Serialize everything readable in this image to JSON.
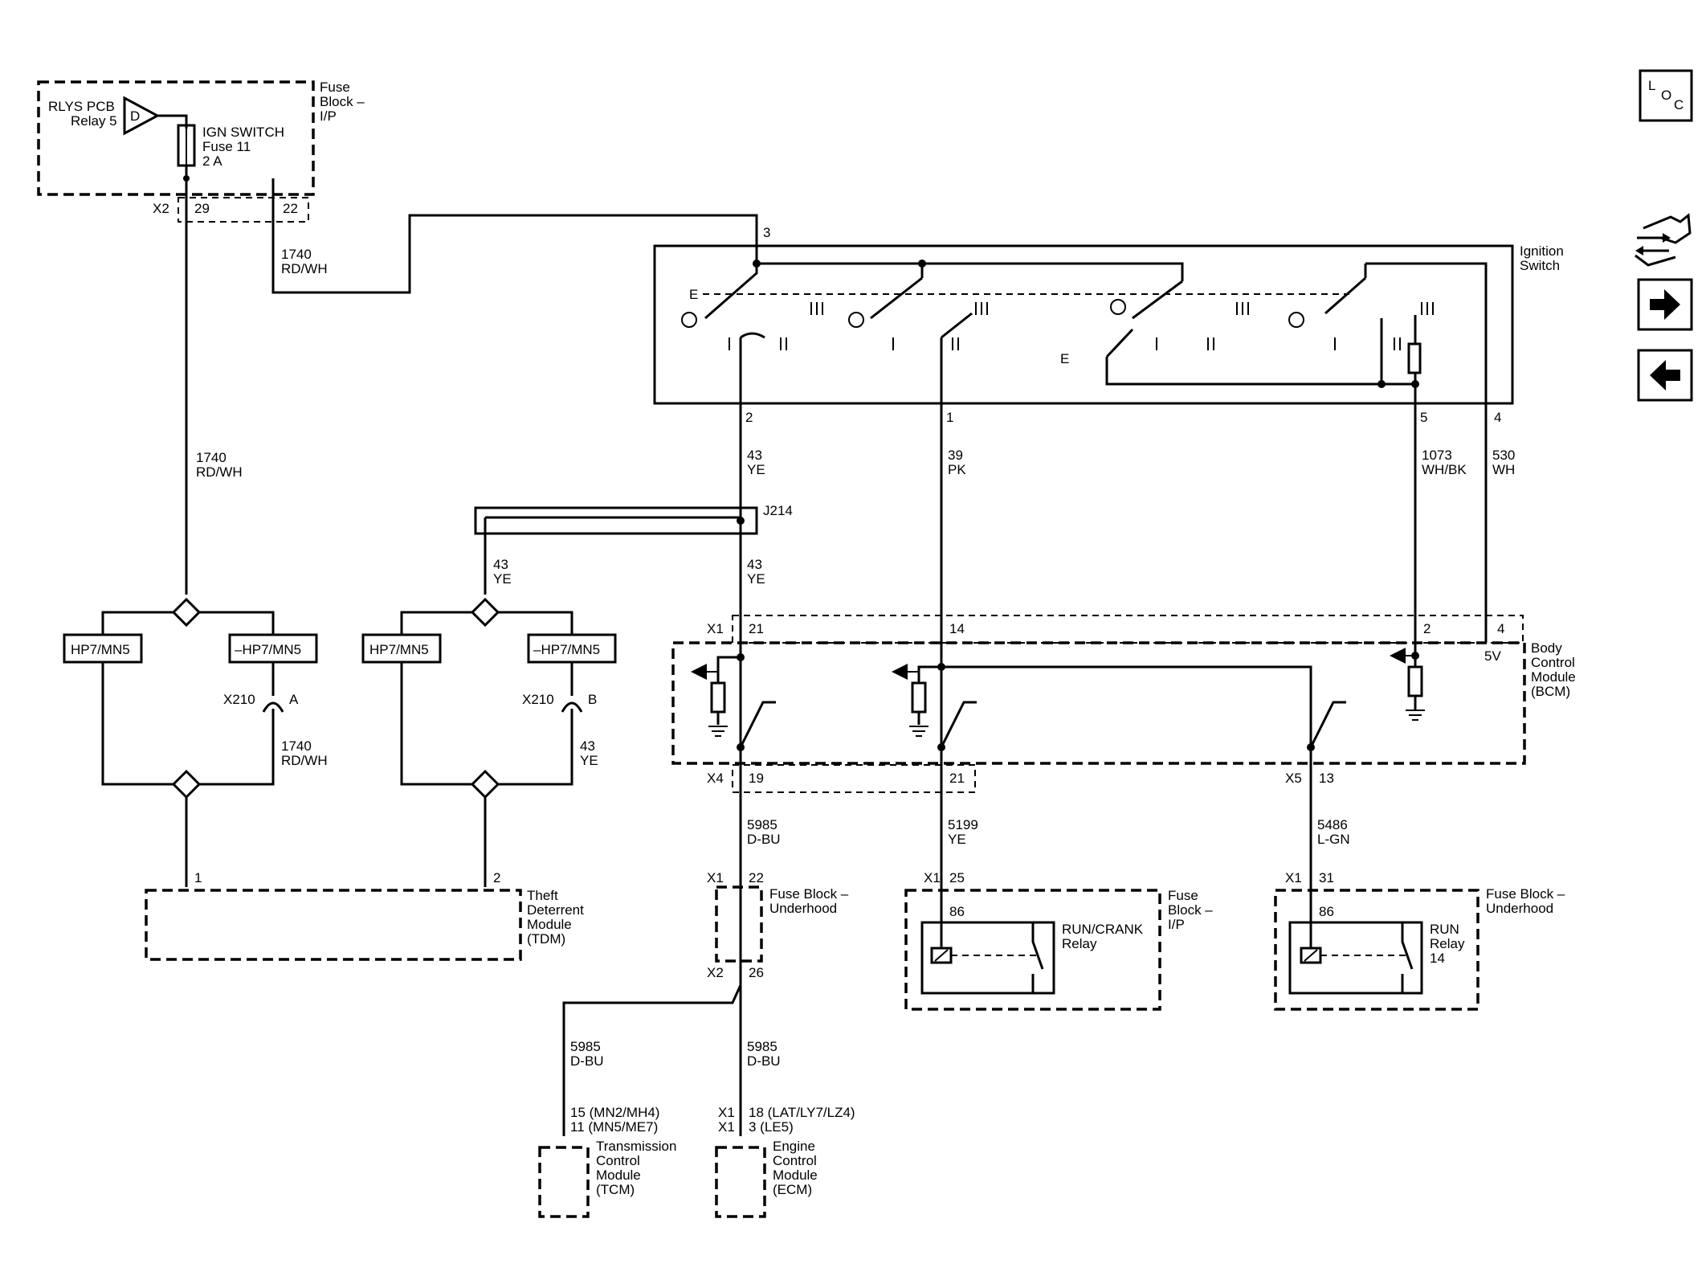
{
  "fuse_block_ip": {
    "title": "Fuse Block – I/P",
    "title_lines": [
      "Fuse",
      "Block –",
      "I/P"
    ],
    "relay_label": [
      "RLYS PCB",
      "Relay 5"
    ],
    "relay_letter": "D",
    "fuse_label": [
      "IGN SWITCH",
      "Fuse 11",
      "2 A"
    ],
    "connector": "X2",
    "pins": [
      "29",
      "22"
    ]
  },
  "ignition_switch": {
    "title": [
      "Ignition",
      "Switch"
    ],
    "pins": {
      "top": "3",
      "p2": "2",
      "p1": "1",
      "p5": "5",
      "p4": "4"
    },
    "positions": [
      "I",
      "II",
      "III"
    ]
  },
  "wires": {
    "w1740_a": [
      "1740",
      "RD/WH"
    ],
    "w1740_b": [
      "1740",
      "RD/WH"
    ],
    "w1740_c": [
      "1740",
      "RD/WH"
    ],
    "w43_a": [
      "43",
      "YE"
    ],
    "w43_b": [
      "43",
      "YE"
    ],
    "w43_c": [
      "43",
      "YE"
    ],
    "w43_d": [
      "43",
      "YE"
    ],
    "w39": [
      "39",
      "PK"
    ],
    "w1073": [
      "1073",
      "WH/BK"
    ],
    "w530": [
      "530",
      "WH"
    ],
    "w5985_a": [
      "5985",
      "D-BU"
    ],
    "w5985_b": [
      "5985",
      "D-BU"
    ],
    "w5985_c": [
      "5985",
      "D-BU"
    ],
    "w5199": [
      "5199",
      "YE"
    ],
    "w5486": [
      "5486",
      "L-GN"
    ]
  },
  "splice": {
    "label": "J214"
  },
  "options": {
    "hp7_a": "HP7/MN5",
    "nhp7_a": "–HP7/MN5",
    "hp7_b": "HP7/MN5",
    "nhp7_b": "–HP7/MN5"
  },
  "inline": {
    "x210a": "X210",
    "x210a_pin": "A",
    "x210b": "X210",
    "x210b_pin": "B"
  },
  "tdm": {
    "title": [
      "Theft",
      "Deterrent",
      "Module",
      "(TDM)"
    ],
    "pins": [
      "1",
      "2"
    ]
  },
  "bcm": {
    "title": [
      "Body",
      "Control",
      "Module",
      "(BCM)"
    ],
    "x1": "X1",
    "x1_pins": [
      "21",
      "14",
      "2",
      "4"
    ],
    "voltage": "5V",
    "x4": "X4",
    "x4_pins": [
      "19",
      "21"
    ],
    "x5": "X5",
    "x5_pin": "13"
  },
  "fuse_block_uh_1": {
    "title": [
      "Fuse Block –",
      "Underhood"
    ],
    "x1": "X1",
    "x1_pin": "22",
    "x2": "X2",
    "x2_pin": "26"
  },
  "run_crank": {
    "block_title": [
      "Fuse",
      "Block –",
      "I/P"
    ],
    "x1": "X1",
    "pin": "25",
    "relay_pin": "86",
    "relay_label": [
      "RUN/CRANK",
      "Relay"
    ]
  },
  "run_relay": {
    "block_title": [
      "Fuse Block –",
      "Underhood"
    ],
    "x1": "X1",
    "pin": "31",
    "relay_pin": "86",
    "relay_label": [
      "RUN",
      "Relay",
      "14"
    ]
  },
  "tcm": {
    "pins": [
      "15 (MN2/MH4)",
      "11 (MN5/ME7)"
    ],
    "title": [
      "Transmission",
      "Control",
      "Module",
      "(TCM)"
    ]
  },
  "ecm": {
    "connectors": [
      "X1",
      "X1"
    ],
    "pins": [
      "18 (LAT/LY7/LZ4)",
      "3 (LE5)"
    ],
    "title": [
      "Engine",
      "Control",
      "Module",
      "(ECM)"
    ]
  },
  "nav": {
    "loc_letters": [
      "L",
      "O",
      "C"
    ]
  }
}
